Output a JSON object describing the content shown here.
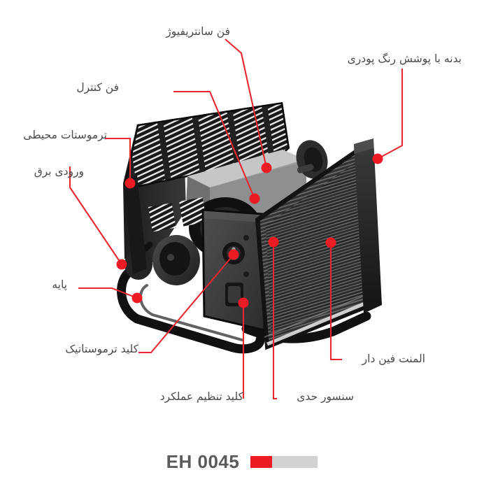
{
  "page": {
    "title": "EH 0045",
    "language": "fa",
    "background": "#ffffff"
  },
  "colors": {
    "accent_red": "#ed1c24",
    "leader_red": "#e8272f",
    "label_text": "#4a4a4a",
    "model_text": "#5a5a5a",
    "swatch_red": "#ed1c24",
    "swatch_grey": "#d2d2d2",
    "body_dark": "#2b2b2d",
    "body_mid": "#4a4b4d",
    "body_light": "#a9abad"
  },
  "product": {
    "name": "industrial-fan-heater",
    "model": "EH 0045"
  },
  "callouts": [
    {
      "id": "centrifugal-fan",
      "label": "فن سانتریفیوژ",
      "side": "right"
    },
    {
      "id": "powder-coated-body",
      "label": "بدنه با پوشش رنگ پودری",
      "side": "left"
    },
    {
      "id": "control-fan",
      "label": "فن کنترل",
      "side": "right"
    },
    {
      "id": "ambient-thermostat",
      "label": "ترموستات محیطی",
      "side": "right"
    },
    {
      "id": "power-inlet",
      "label": "ورودی برق",
      "side": "right"
    },
    {
      "id": "stand",
      "label": "پایه",
      "side": "right"
    },
    {
      "id": "thermostatic-switch",
      "label": "کلید ترموستاتیک",
      "side": "right"
    },
    {
      "id": "function-selector",
      "label": "کلید تنظیم عملکرد",
      "side": "right"
    },
    {
      "id": "limit-sensor",
      "label": "سنسور حدی",
      "side": "right"
    },
    {
      "id": "finned-element",
      "label": "المنت فین دار",
      "side": "left"
    }
  ],
  "footer": {
    "model_code": "EH 0045",
    "swatch": {
      "red": "#ed1c24",
      "grey": "#d2d2d2"
    }
  }
}
